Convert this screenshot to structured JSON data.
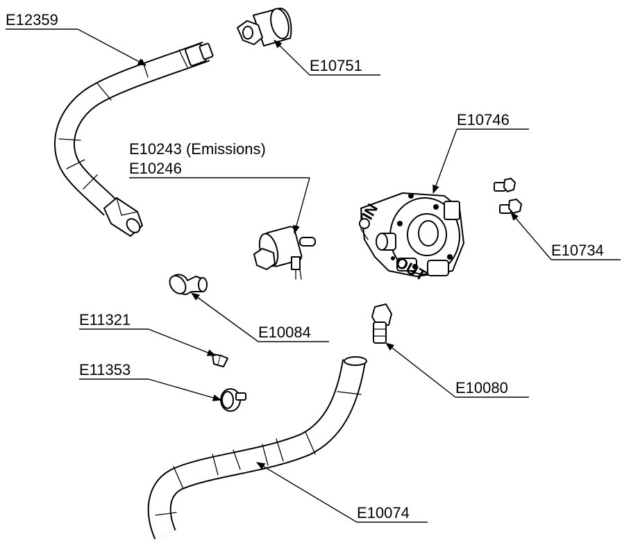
{
  "labels": {
    "e12359": "E12359",
    "e10751": "E10751",
    "e10746": "E10746",
    "e10243": "E10243 (Emissions)",
    "e10246": "E10246",
    "e10734": "E10734",
    "e10084": "E10084",
    "e11321": "E11321",
    "e11353": "E11353",
    "e10080": "E10080",
    "e10074": "E10074",
    "in_mark": "IN",
    "out_mark": "OUT"
  }
}
